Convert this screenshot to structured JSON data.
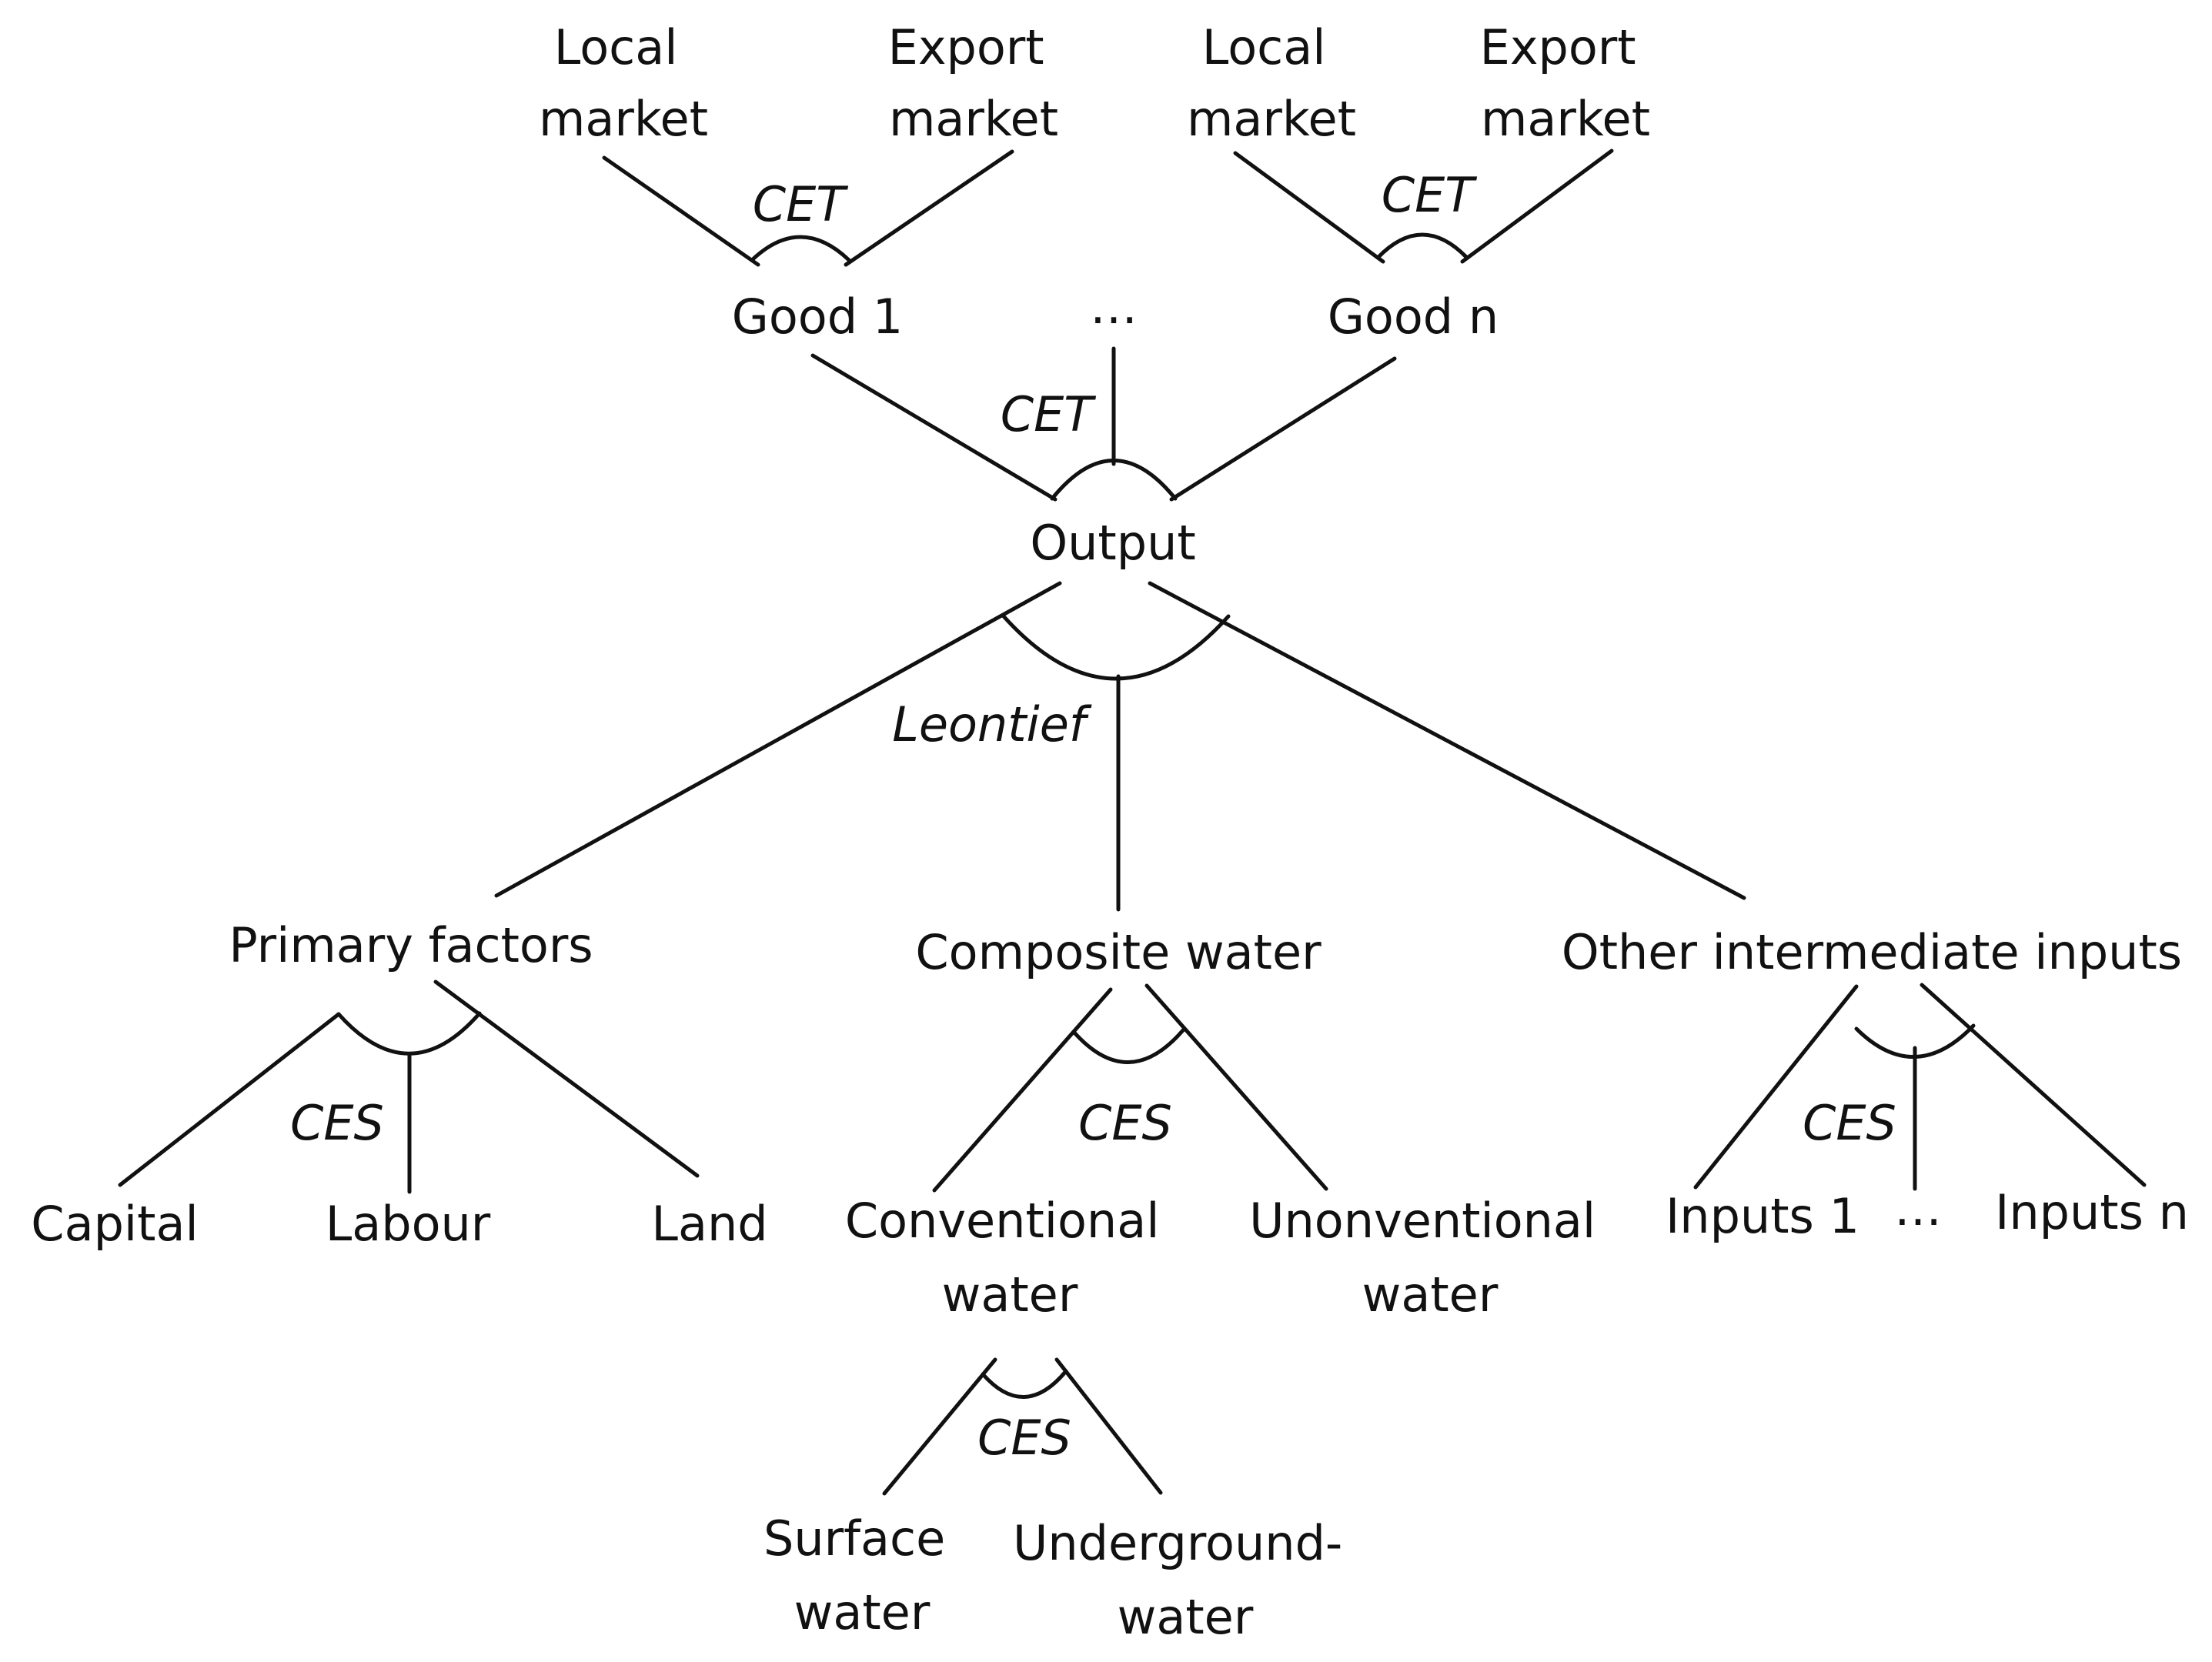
{
  "nodes": {
    "local_market_1": [
      "Local",
      "market"
    ],
    "export_market_1": [
      "Export",
      "market"
    ],
    "local_market_2": [
      "Local",
      "market"
    ],
    "export_market_2": [
      "Export",
      "market"
    ],
    "good_1": "Good 1",
    "goods_ellipsis": "…",
    "good_n": "Good n",
    "output": "Output",
    "primary_factors": "Primary factors",
    "composite_water": "Composite water",
    "other_intermediate_inputs": "Other intermediate inputs",
    "capital": "Capital",
    "labour": "Labour",
    "land": "Land",
    "conventional_water": [
      "Conventional",
      "water"
    ],
    "unconventional_water": [
      "Unonventional",
      "water"
    ],
    "inputs_1": "Inputs 1",
    "inputs_ellipsis": "…",
    "inputs_n": "Inputs n",
    "surface_water": [
      "Surface",
      "water"
    ],
    "underground_water": [
      "Underground-",
      "water"
    ]
  },
  "functions": {
    "good_1_markets": "CET",
    "good_n_markets": "CET",
    "output_goods": "CET",
    "output_inputs": "Leontief",
    "primary_factors": "CES",
    "composite_water": "CES",
    "other_inputs": "CES",
    "conventional_water": "CES"
  }
}
